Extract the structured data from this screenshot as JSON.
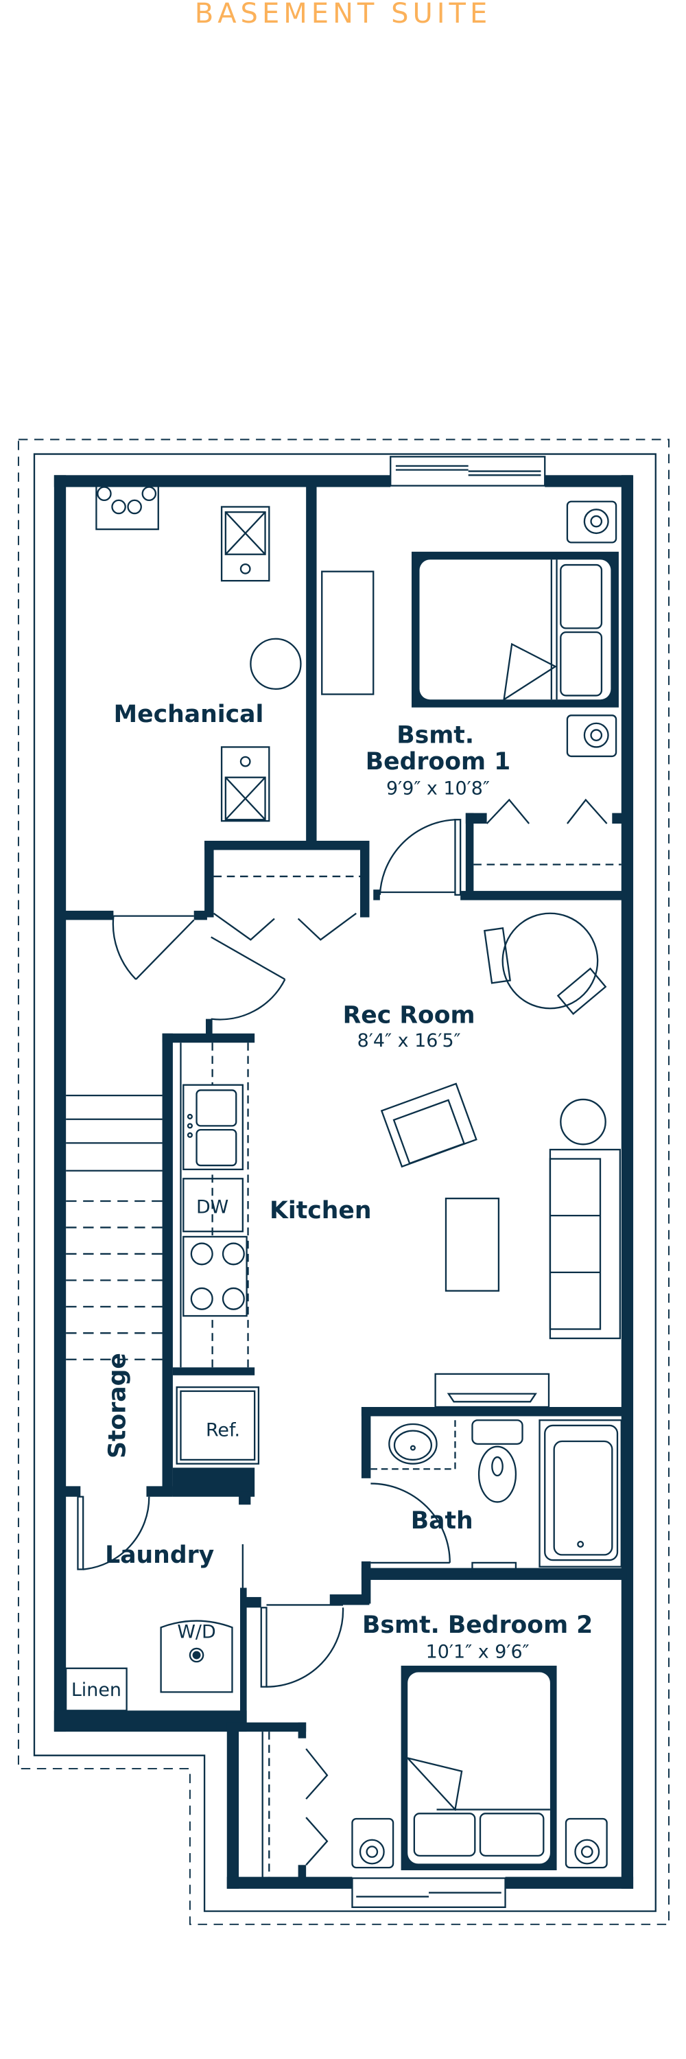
{
  "title": "BASEMENT SUITE",
  "colors": {
    "title": "#fbb15a",
    "ink": "#0b3048"
  },
  "rooms": {
    "mechanical": {
      "name": "Mechanical"
    },
    "bedroom1": {
      "name_line1": "Bsmt.",
      "name_line2": "Bedroom 1",
      "size": "9′9″ x 10′8″"
    },
    "rec_room": {
      "name": "Rec Room",
      "size": "8′4″ x 16′5″"
    },
    "kitchen": {
      "name": "Kitchen"
    },
    "storage": {
      "name": "Storage"
    },
    "laundry": {
      "name": "Laundry"
    },
    "bath": {
      "name": "Bath"
    },
    "bedroom2": {
      "name": "Bsmt. Bedroom 2",
      "size": "10′1″ x 9′6″"
    }
  },
  "fixtures": {
    "dishwasher": "DW",
    "fridge": "Ref.",
    "washer_dryer": "W/D",
    "linen": "Linen"
  }
}
